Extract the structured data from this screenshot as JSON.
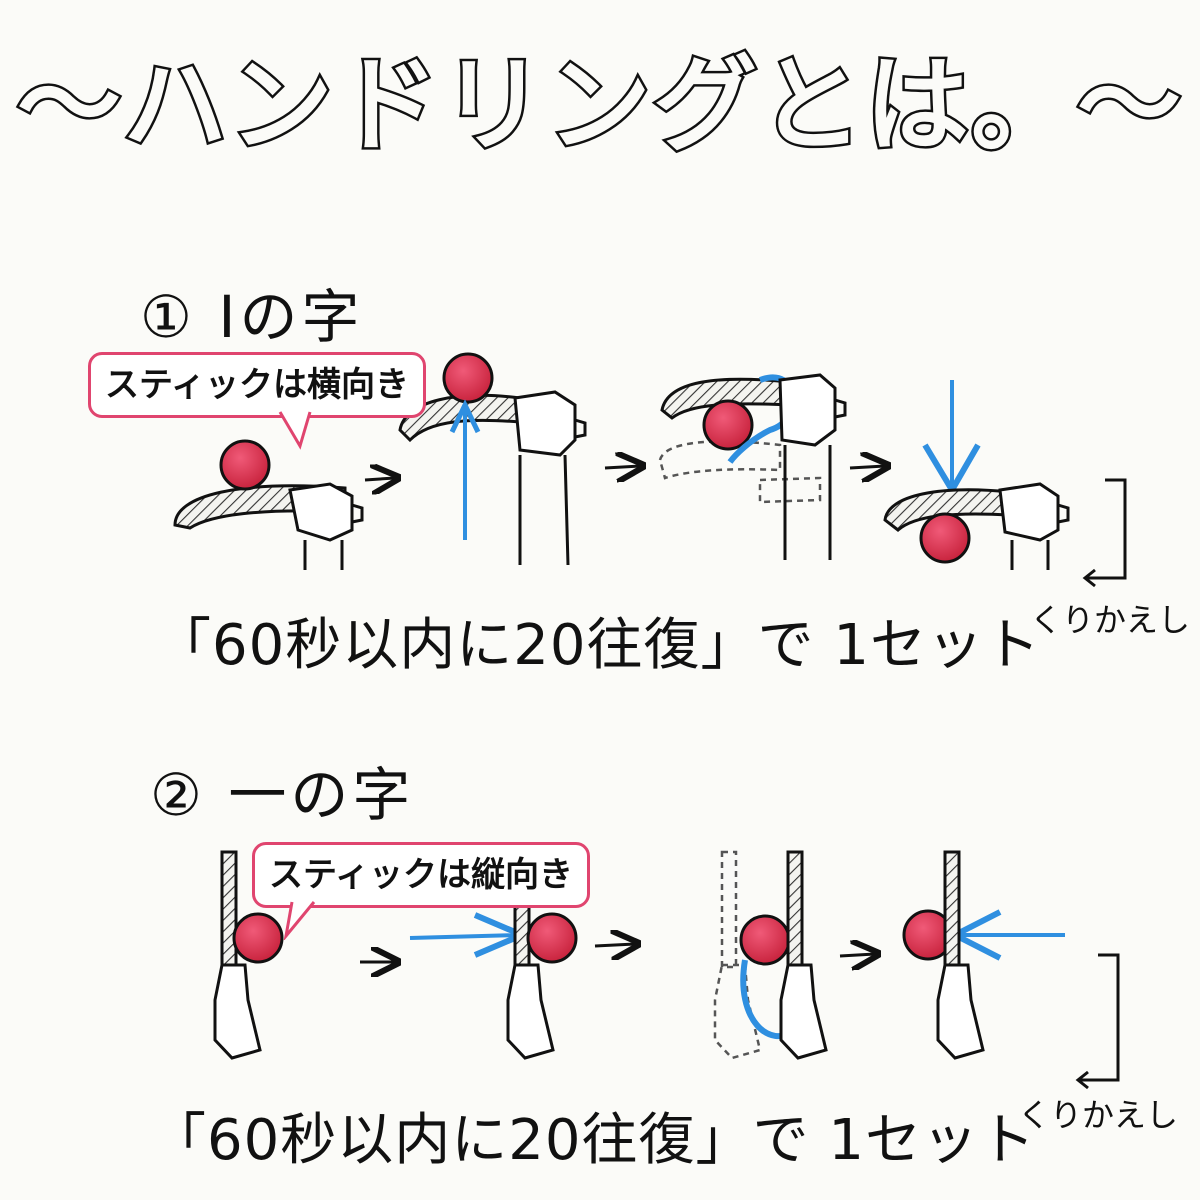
{
  "title": "〜ハンドリングとは。〜",
  "sections": [
    {
      "heading": "① Iの字",
      "callout": "スティックは横向き",
      "caption": "「60秒以内に20往復」で 1セット",
      "repeat_label": "くりかえし"
    },
    {
      "heading": "② 一の字",
      "callout": "スティックは縦向き",
      "caption": "「60秒以内に20往復」で 1セット",
      "repeat_label": "くりかえし"
    }
  ],
  "colors": {
    "ink": "#111111",
    "ball": "#d9334f",
    "callout_border": "#e0456f",
    "arrow": "#2f8fe0"
  },
  "icons": [
    "ball-icon",
    "stick-icon",
    "hand-icon",
    "arrow-icon",
    "bracket-icon"
  ]
}
